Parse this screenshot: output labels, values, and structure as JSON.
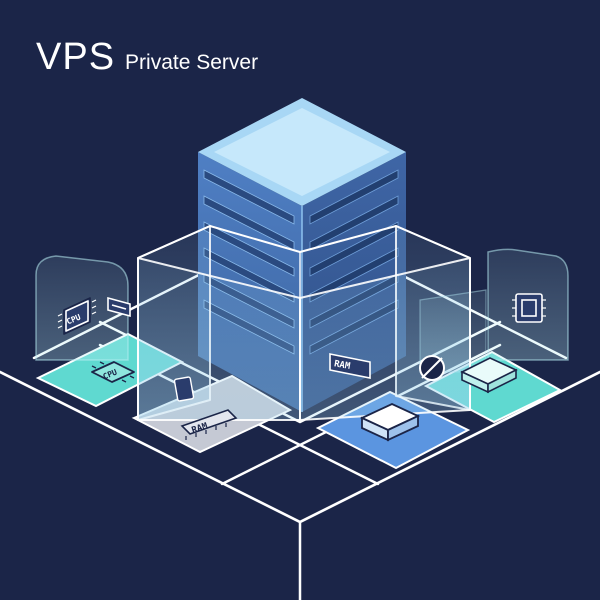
{
  "header": {
    "title": "VPS",
    "subtitle": "Private Server"
  },
  "chips": {
    "cpu_label": "CPU",
    "ram_label": "RAM"
  },
  "icons": {
    "server": "server-rack-icon",
    "cpu": "cpu-chip-icon",
    "ram": "ram-module-icon",
    "storage": "storage-drive-icon",
    "network": "network-globe-icon"
  },
  "colors": {
    "background": "#1b2548",
    "server_blue": "#5b8fd6",
    "server_top": "#a8d7f5",
    "tile_teal": "#5fd9d0",
    "tile_blue": "#5b95e0",
    "tile_gray": "#c5c9d4",
    "grid_line": "#ffffff"
  }
}
